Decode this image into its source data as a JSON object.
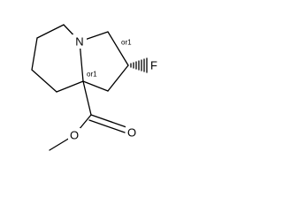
{
  "molecule": {
    "atoms": {
      "nitrogen": "N",
      "fluorine": "F",
      "carbonyl_oxygen": "O",
      "ester_oxygen": "O"
    },
    "stereo_labels": {
      "fluoro_carbon": "or1",
      "bridgehead_carbon": "or1"
    }
  }
}
